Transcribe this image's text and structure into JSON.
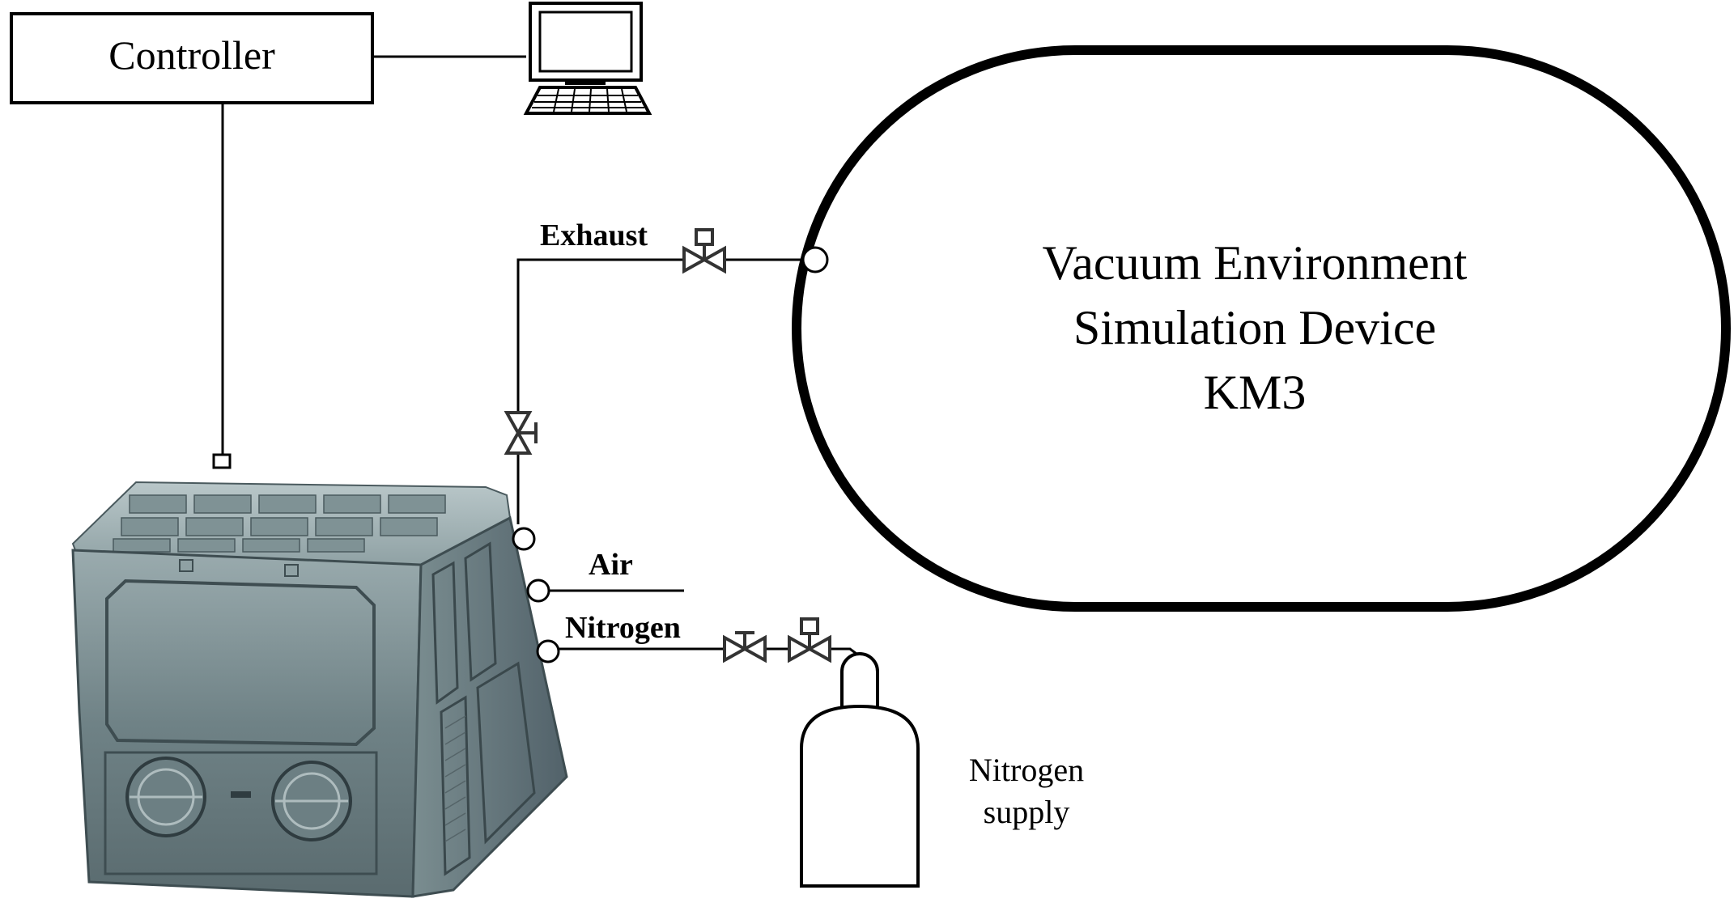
{
  "controller": {
    "label": "Controller"
  },
  "computer": {
    "icon": "desktop-computer-icon"
  },
  "chamber": {
    "line1": "Vacuum Environment",
    "line2": "Simulation Device",
    "line3": "KM3"
  },
  "lines": {
    "exhaust": "Exhaust",
    "air": "Air",
    "nitrogen": "Nitrogen"
  },
  "supply": {
    "line1": "Nitrogen",
    "line2": "supply"
  },
  "glovebox": {
    "icon": "glove-box-icon",
    "color": "#5f7276"
  }
}
